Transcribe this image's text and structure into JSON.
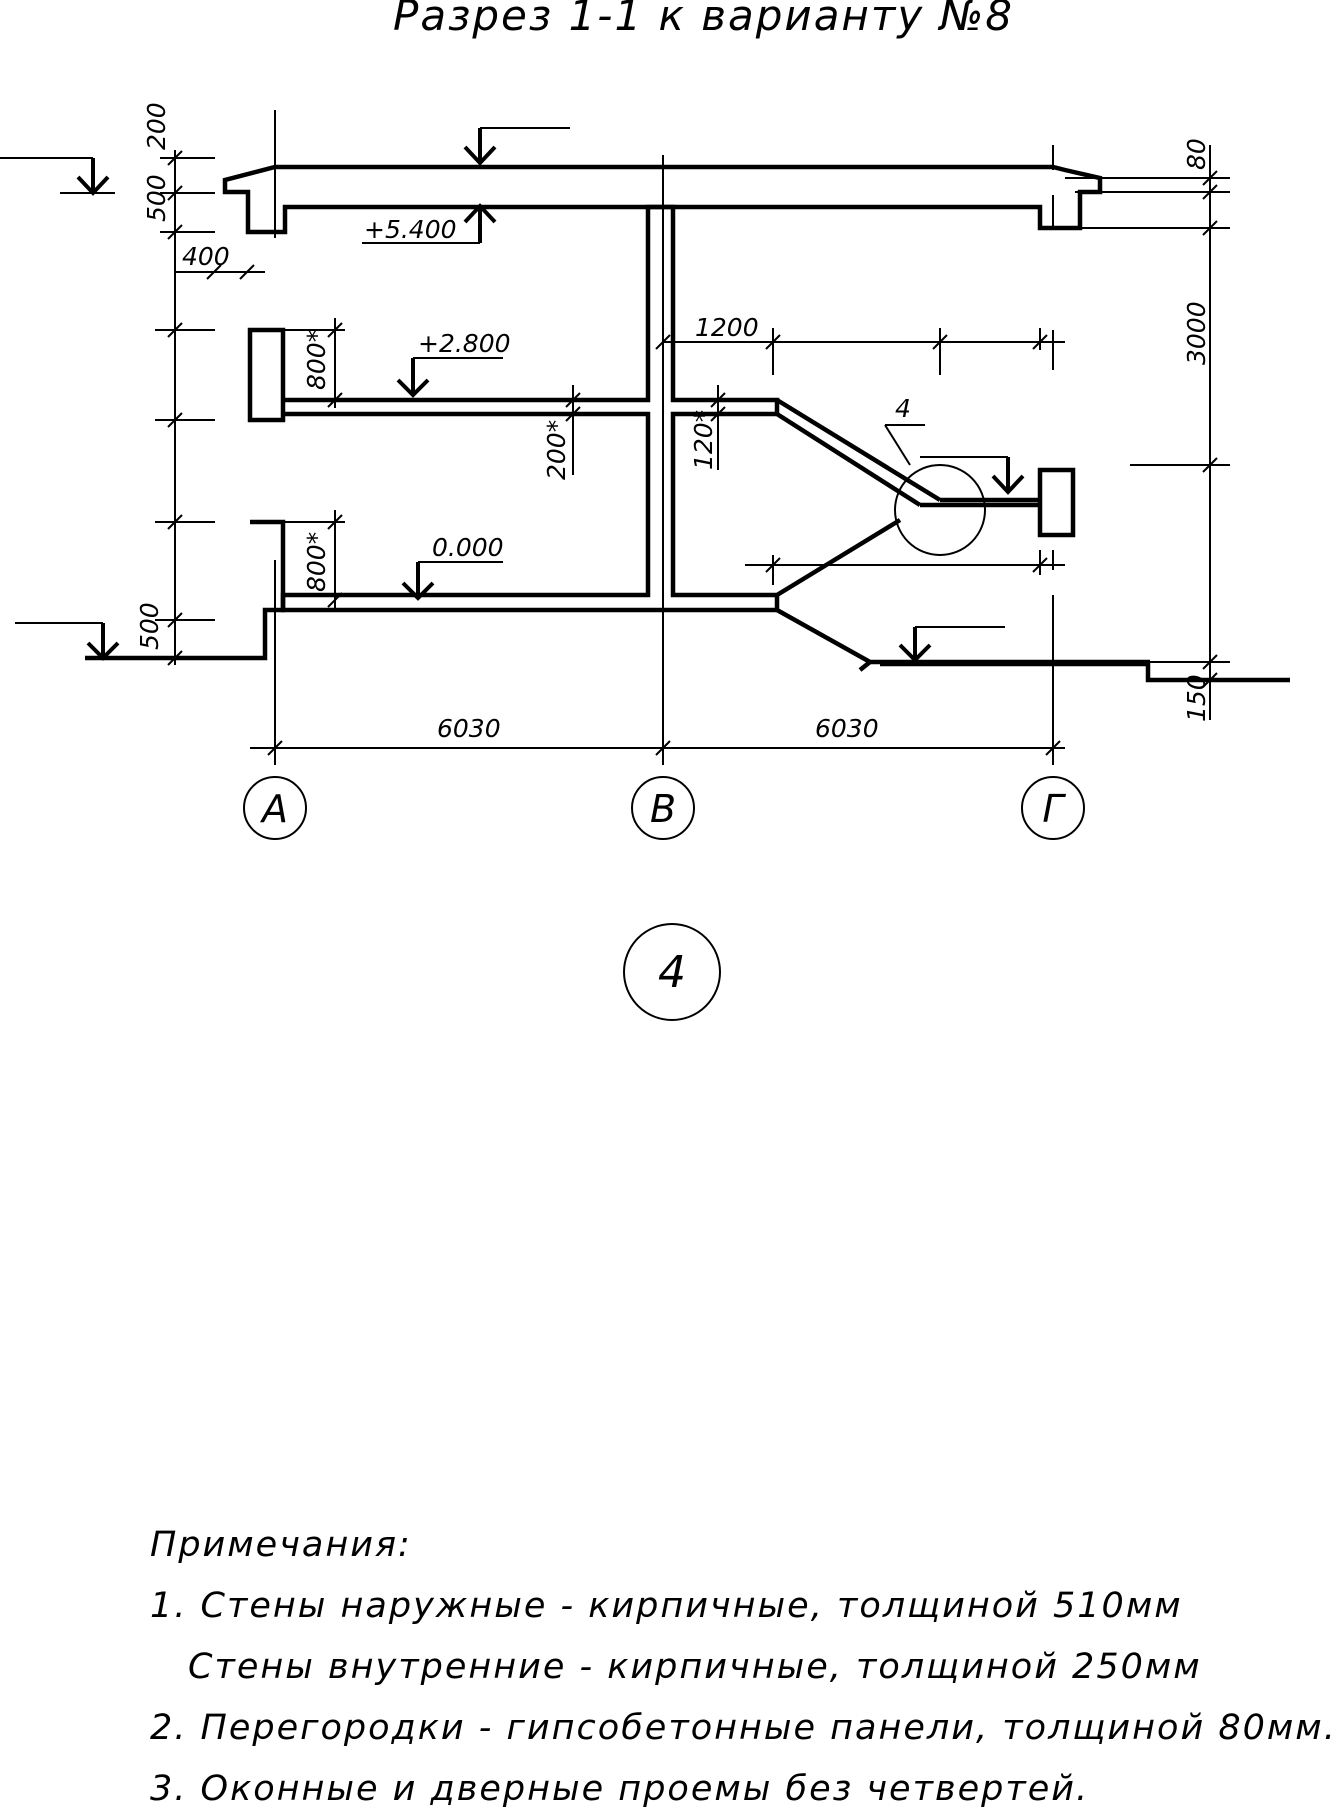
{
  "title": "Разрез 1-1 к варианту №8",
  "marks": {
    "roof": "+5.400",
    "floor2": "+2.800",
    "floor1": "0.000"
  },
  "dimensions": {
    "d200": "200",
    "d500_top": "500",
    "d400": "400",
    "d800_upper": "800*",
    "d800_lower": "800*",
    "d500_bottom": "500",
    "d200_slab": "200*",
    "d120": "120*",
    "d1200": "1200",
    "d80": "80",
    "d3000": "3000",
    "d150": "150",
    "span_left": "6030",
    "span_right": "6030"
  },
  "axes": [
    "А",
    "В",
    "Г"
  ],
  "node_label": "4",
  "sheet_number": "4",
  "notes": {
    "heading": "Примечания:",
    "line1": "1. Стены наружные - кирпичные, толщиной 510мм",
    "line1b": "Стены внутренние - кирпичные, толщиной 250мм",
    "line2": "2. Перегородки - гипсобетонные панели, толщиной 80мм.",
    "line3": "3. Оконные и дверные проемы без четвертей."
  }
}
